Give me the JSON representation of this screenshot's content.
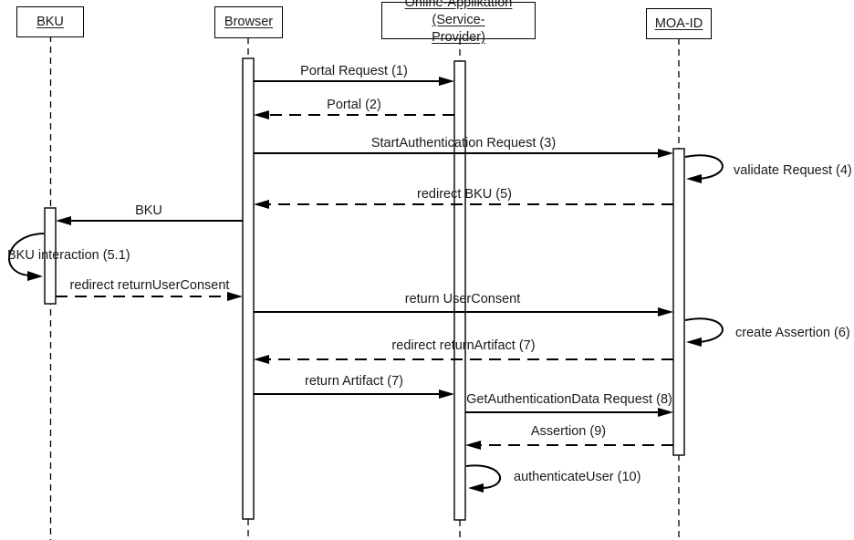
{
  "diagram": {
    "type": "uml-sequence-diagram",
    "background_color": "#ffffff",
    "line_color": "#000000",
    "actors": [
      {
        "id": "bku",
        "label": "BKU"
      },
      {
        "id": "browser",
        "label": "Browser"
      },
      {
        "id": "online-app",
        "label": "Online-Applikation (Service-",
        "label_line2": "Provider)"
      },
      {
        "id": "moa-id",
        "label": "MOA-ID"
      }
    ],
    "messages": [
      {
        "label": "Portal Request (1)",
        "from": "Browser",
        "to": "Online-Applikation (Service-Provider)",
        "style": "solid"
      },
      {
        "label": "Portal (2)",
        "from": "Online-Applikation (Service-Provider)",
        "to": "Browser",
        "style": "dashed"
      },
      {
        "label": "StartAuthentication Request (3)",
        "from": "Browser",
        "to": "MOA-ID",
        "style": "solid"
      },
      {
        "label": "validate Request (4)",
        "from": "MOA-ID",
        "to": "MOA-ID",
        "style": "self"
      },
      {
        "label": "redirect BKU (5)",
        "from": "MOA-ID",
        "to": "Browser",
        "style": "dashed"
      },
      {
        "label": "BKU",
        "from": "Browser",
        "to": "BKU",
        "style": "solid"
      },
      {
        "label": "BKU interaction (5.1)",
        "from": "BKU",
        "to": "BKU",
        "style": "self"
      },
      {
        "label": "redirect returnUserConsent",
        "from": "BKU",
        "to": "Browser",
        "style": "dashed"
      },
      {
        "label": "return UserConsent",
        "from": "Browser",
        "to": "MOA-ID",
        "style": "solid"
      },
      {
        "label": "create Assertion (6)",
        "from": "MOA-ID",
        "to": "MOA-ID",
        "style": "self"
      },
      {
        "label": "redirect returnArtifact (7)",
        "from": "MOA-ID",
        "to": "Browser",
        "style": "dashed"
      },
      {
        "label": "return Artifact (7)",
        "from": "Browser",
        "to": "Online-Applikation (Service-Provider)",
        "style": "solid"
      },
      {
        "label": "GetAuthenticationData Request (8)",
        "from": "Online-Applikation (Service-Provider)",
        "to": "MOA-ID",
        "style": "solid"
      },
      {
        "label": "Assertion (9)",
        "from": "MOA-ID",
        "to": "Online-Applikation (Service-Provider)",
        "style": "dashed"
      },
      {
        "label": "authenticateUser (10)",
        "from": "Online-Applikation (Service-Provider)",
        "to": "Online-Applikation (Service-Provider)",
        "style": "self"
      }
    ]
  }
}
